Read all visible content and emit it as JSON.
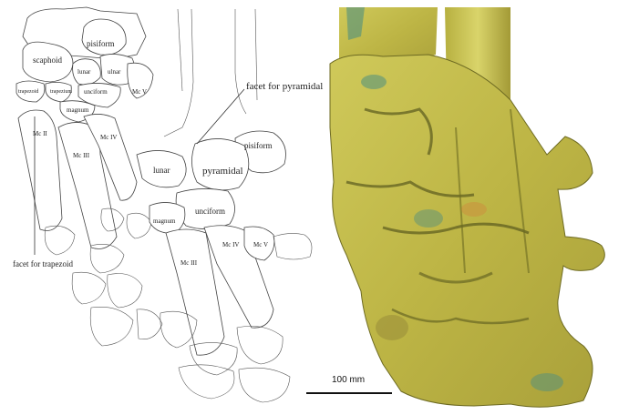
{
  "figure": {
    "drawing_labels": {
      "pisiform_top": "pisiform",
      "scaphoid": "scaphoid",
      "lunar_top": "lunar",
      "ulnar": "ulnar",
      "trapezoid_small": "trapezoid",
      "trapezium": "trapezium",
      "unciform_top": "unciform",
      "mc_v_top": "Mc V",
      "magnum_top": "magnum",
      "mc_ii": "Mc II",
      "mc_iv_top": "Mc IV",
      "mc_iii_top": "Mc III",
      "facet_pyramidal": "facet for pyramidal",
      "pisiform_right": "pisiform",
      "lunar_right": "lunar",
      "pyramidal": "pyramidal",
      "unciform_right": "unciform",
      "magnum_right": "magnum",
      "mc_iii_right": "Mc III",
      "mc_iv_right": "Mc IV",
      "mc_v_right": "Mc V",
      "facet_trapezoid": "facet for trapezoid"
    },
    "scale_bar": {
      "label": "100 mm"
    },
    "photo": {
      "description_colors": {
        "bone": "#c7c24e",
        "shadow": "#5a5a1e",
        "patina": "#4f8f7f"
      }
    }
  }
}
